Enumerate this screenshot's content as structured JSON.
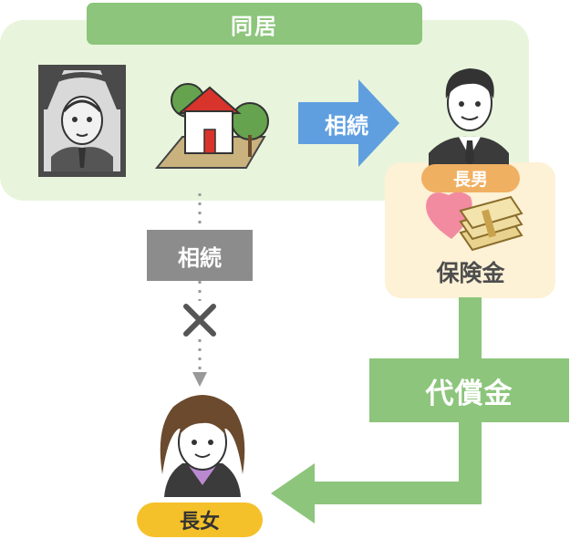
{
  "labels": {
    "cohabitation": "同居",
    "inherit_to_son": "相続",
    "inherit_to_daughter": "相続",
    "eldest_son": "長男",
    "eldest_daughter": "長女",
    "insurance": "保険金",
    "compensation": "代償金"
  },
  "colors": {
    "cohab_bg": "#e8f5dc",
    "green": "#8cc57b",
    "blue_arrow": "#5f9fe0",
    "gray": "#8c8c8c",
    "son_label": "#f0b062",
    "daughter_label": "#f5c12a",
    "insurance_bg": "#fdf1d6"
  },
  "icons": {
    "deceased": "deceased-portrait-icon",
    "house": "house-with-trees-icon",
    "son": "businessman-icon",
    "daughter": "woman-icon",
    "heart": "heart-icon",
    "money": "money-bundle-icon",
    "blocked": "cross-mark-icon"
  }
}
